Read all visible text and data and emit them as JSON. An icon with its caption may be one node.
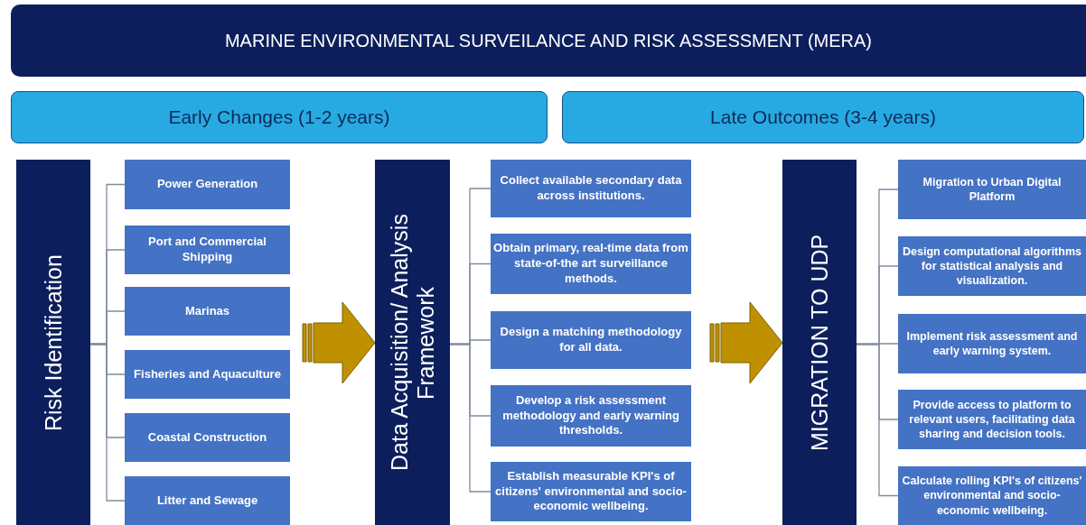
{
  "diagram": {
    "nodes": [
      {
        "text": [
          "MARINE ENVIRONMENTAL SURVEILANCE AND RISK ASSESSMENT (MERA)"
        ]
      },
      {
        "text": [
          "Early Changes (1-2 years)"
        ]
      },
      {
        "text": [
          "Late Outcomes (3-4 years)"
        ]
      },
      {
        "text": [
          "Risk Identification"
        ]
      },
      {
        "text": [
          "Power Generation"
        ]
      },
      {
        "text": [
          "Port and Commercial Shipping"
        ]
      },
      {
        "text": [
          "Marinas"
        ]
      },
      {
        "text": [
          "Fisheries and Aquaculture"
        ]
      },
      {
        "text": [
          "Coastal Construction"
        ]
      },
      {
        "text": [
          "Litter and Sewage"
        ]
      },
      {
        "text": [
          "Data Acquisition/ Analysis Framework"
        ]
      },
      {
        "text": [
          "Collect available secondary data across institutions."
        ]
      },
      {
        "text": [
          "Obtain primary, real-time data from state-of-the art surveillance methods."
        ]
      },
      {
        "text": [
          "Design a matching methodology for all data."
        ]
      },
      {
        "text": [
          "Develop a risk assessment methodology and early warning thresholds."
        ]
      },
      {
        "text": [
          "Establish measurable KPI's of citizens' environmental and socio-economic wellbeing."
        ]
      },
      {
        "text": [
          "MIGRATION TO UDP"
        ]
      },
      {
        "text": [
          "Migration to Urban Digital Platform"
        ]
      },
      {
        "text": [
          "Design computational algorithms for statistical analysis and visualization."
        ]
      },
      {
        "text": [
          "Implement risk assessment and early warning system."
        ]
      },
      {
        "text": [
          "Provide access to platform to relevant users, facilitating data sharing and decision tools."
        ]
      },
      {
        "text": [
          "Calculate rolling KPI's of citizens' environmental and socio-economic wellbeing."
        ]
      }
    ],
    "edges": [
      {
        "from": 3,
        "to": 4,
        "arrow": "none"
      },
      {
        "from": 3,
        "to": 5,
        "arrow": "none"
      },
      {
        "from": 3,
        "to": 6,
        "arrow": "none"
      },
      {
        "from": 3,
        "to": 7,
        "arrow": "none"
      },
      {
        "from": 3,
        "to": 8,
        "arrow": "none"
      },
      {
        "from": 3,
        "to": 9,
        "arrow": "none"
      },
      {
        "from": null,
        "to": 10,
        "arrow": "to",
        "style": "thick",
        "color": "#bf9000"
      },
      {
        "from": 10,
        "to": 11,
        "arrow": "none"
      },
      {
        "from": 10,
        "to": 12,
        "arrow": "none"
      },
      {
        "from": 10,
        "to": 13,
        "arrow": "none"
      },
      {
        "from": 10,
        "to": 14,
        "arrow": "none"
      },
      {
        "from": 10,
        "to": 15,
        "arrow": "none"
      },
      {
        "from": null,
        "to": 16,
        "arrow": "to",
        "style": "thick",
        "color": "#bf9000"
      },
      {
        "from": 16,
        "to": 17,
        "arrow": "none"
      },
      {
        "from": 16,
        "to": 18,
        "arrow": "none"
      },
      {
        "from": 16,
        "to": 19,
        "arrow": "none"
      },
      {
        "from": 16,
        "to": 20,
        "arrow": "none"
      },
      {
        "from": 16,
        "to": 21,
        "arrow": "none"
      }
    ]
  }
}
